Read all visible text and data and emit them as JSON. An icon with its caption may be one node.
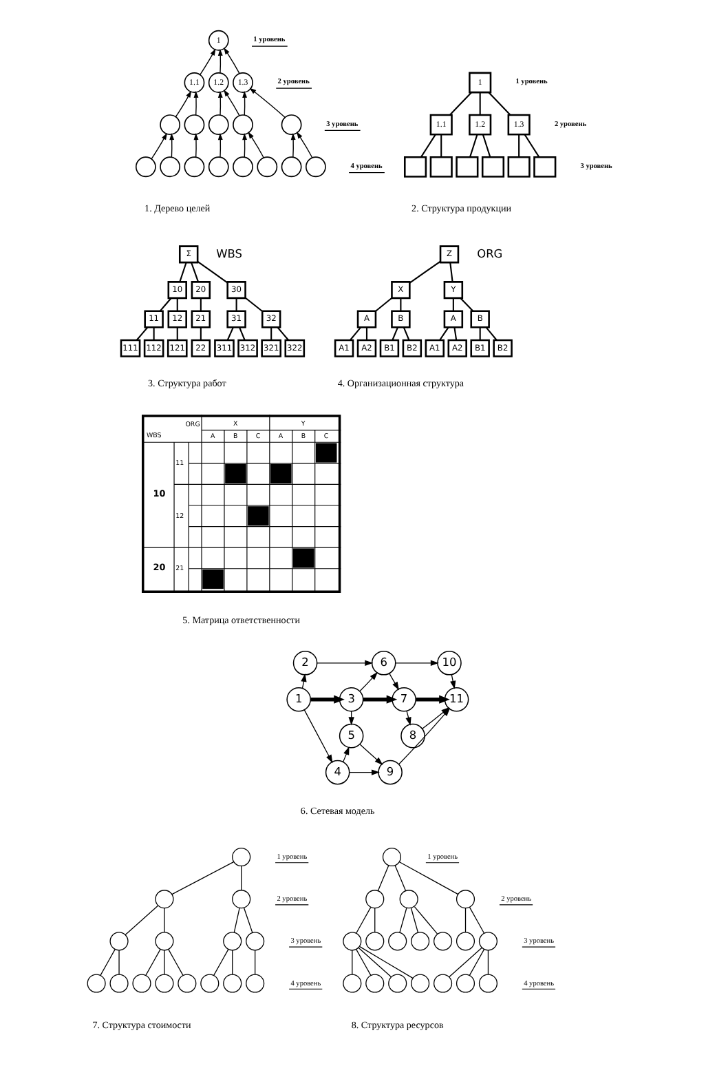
{
  "diagram": {
    "nodes": [
      {
        "text": [
          "1"
        ]
      },
      {
        "text": [
          "1.1"
        ]
      },
      {
        "text": [
          "1.2"
        ]
      },
      {
        "text": [
          "1.3"
        ]
      },
      {
        "text": [],
        "shape": "circle"
      },
      {
        "text": [],
        "shape": "circle"
      },
      {
        "text": [],
        "shape": "circle"
      },
      {
        "text": [],
        "shape": "circle"
      },
      {
        "text": [],
        "shape": "circle"
      },
      {
        "text": [],
        "shape": "circle"
      },
      {
        "text": [],
        "shape": "circle"
      },
      {
        "text": [],
        "shape": "circle"
      },
      {
        "text": [],
        "shape": "circle"
      },
      {
        "text": [],
        "shape": "circle"
      },
      {
        "text": [],
        "shape": "circle"
      },
      {
        "text": [],
        "shape": "circle"
      },
      {
        "text": [],
        "shape": "circle"
      },
      {
        "text": [
          "1"
        ]
      },
      {
        "text": [
          "1.1"
        ]
      },
      {
        "text": [
          "1.2"
        ]
      },
      {
        "text": [
          "1.3"
        ]
      },
      {
        "text": [],
        "shape": "box"
      },
      {
        "text": [],
        "shape": "box"
      },
      {
        "text": [],
        "shape": "box"
      },
      {
        "text": [],
        "shape": "box"
      },
      {
        "text": [],
        "shape": "box"
      },
      {
        "text": [],
        "shape": "box"
      },
      {
        "text": [
          "Σ"
        ],
        "beside": [
          "WBS"
        ]
      },
      {
        "text": [
          "10"
        ]
      },
      {
        "text": [
          "20"
        ]
      },
      {
        "text": [
          "30"
        ]
      },
      {
        "text": [
          "11"
        ]
      },
      {
        "text": [
          "12"
        ]
      },
      {
        "text": [
          "21"
        ]
      },
      {
        "text": [
          "31"
        ]
      },
      {
        "text": [
          "32"
        ]
      },
      {
        "text": [
          "111"
        ]
      },
      {
        "text": [
          "112"
        ]
      },
      {
        "text": [
          "121"
        ]
      },
      {
        "text": [
          "22"
        ]
      },
      {
        "text": [
          "311"
        ]
      },
      {
        "text": [
          "312"
        ]
      },
      {
        "text": [
          "321"
        ]
      },
      {
        "text": [
          "322"
        ]
      },
      {
        "text": [
          "Z"
        ],
        "beside": [
          "ORG"
        ]
      },
      {
        "text": [
          "X"
        ]
      },
      {
        "text": [
          "Y"
        ]
      },
      {
        "text": [
          "A"
        ]
      },
      {
        "text": [
          "B"
        ]
      },
      {
        "text": [
          "A"
        ]
      },
      {
        "text": [
          "B"
        ]
      },
      {
        "text": [
          "A1"
        ]
      },
      {
        "text": [
          "A2"
        ]
      },
      {
        "text": [
          "B1"
        ]
      },
      {
        "text": [
          "B2"
        ]
      },
      {
        "text": [
          "A1"
        ]
      },
      {
        "text": [
          "A2"
        ]
      },
      {
        "text": [
          "B1"
        ]
      },
      {
        "text": [
          "B2"
        ]
      },
      {
        "text": [
          "1"
        ]
      },
      {
        "text": [
          "2"
        ]
      },
      {
        "text": [
          "3"
        ]
      },
      {
        "text": [
          "4"
        ]
      },
      {
        "text": [
          "5"
        ]
      },
      {
        "text": [
          "6"
        ]
      },
      {
        "text": [
          "7"
        ]
      },
      {
        "text": [
          "8"
        ]
      },
      {
        "text": [
          "9"
        ]
      },
      {
        "text": [
          "10"
        ]
      },
      {
        "text": [
          "11"
        ]
      },
      {
        "text": [],
        "shape": "circle"
      },
      {
        "text": [],
        "shape": "circle"
      },
      {
        "text": [],
        "shape": "circle"
      },
      {
        "text": [],
        "shape": "circle"
      },
      {
        "text": [],
        "shape": "circle"
      },
      {
        "text": [],
        "shape": "circle"
      },
      {
        "text": [],
        "shape": "circle"
      },
      {
        "text": [],
        "shape": "circle"
      },
      {
        "text": [],
        "shape": "circle"
      },
      {
        "text": [],
        "shape": "circle"
      },
      {
        "text": [],
        "shape": "circle"
      },
      {
        "text": [],
        "shape": "circle"
      },
      {
        "text": [],
        "shape": "circle"
      },
      {
        "text": [],
        "shape": "circle"
      },
      {
        "text": [],
        "shape": "circle"
      },
      {
        "text": [],
        "shape": "circle"
      },
      {
        "text": [],
        "shape": "circle"
      },
      {
        "text": [],
        "shape": "circle"
      },
      {
        "text": [],
        "shape": "circle"
      },
      {
        "text": [],
        "shape": "circle"
      },
      {
        "text": [],
        "shape": "circle"
      },
      {
        "text": [],
        "shape": "circle"
      },
      {
        "text": [],
        "shape": "circle"
      },
      {
        "text": [],
        "shape": "circle"
      },
      {
        "text": [],
        "shape": "circle"
      },
      {
        "text": [],
        "shape": "circle"
      },
      {
        "text": [],
        "shape": "circle"
      },
      {
        "text": [],
        "shape": "circle"
      },
      {
        "text": [],
        "shape": "circle"
      },
      {
        "text": [],
        "shape": "circle"
      },
      {
        "text": [],
        "shape": "circle"
      },
      {
        "text": [],
        "shape": "circle"
      },
      {
        "text": [],
        "shape": "circle"
      }
    ],
    "edges": [
      {
        "from": 1,
        "to": 0,
        "arrow": "to"
      },
      {
        "from": 2,
        "to": 0,
        "arrow": "to"
      },
      {
        "from": 3,
        "to": 0,
        "arrow": "to"
      },
      {
        "from": 4,
        "to": 1,
        "arrow": "to"
      },
      {
        "from": 5,
        "to": 1,
        "arrow": "to"
      },
      {
        "from": 6,
        "to": 2,
        "arrow": "to"
      },
      {
        "from": 7,
        "to": 2,
        "arrow": "to"
      },
      {
        "from": 7,
        "to": 3,
        "arrow": "to"
      },
      {
        "from": 8,
        "to": 3,
        "arrow": "to"
      },
      {
        "from": 9,
        "to": 4,
        "arrow": "to"
      },
      {
        "from": 10,
        "to": 4,
        "arrow": "to"
      },
      {
        "from": 11,
        "to": 5,
        "arrow": "to"
      },
      {
        "from": 12,
        "to": 6,
        "arrow": "to"
      },
      {
        "from": 13,
        "to": 7,
        "arrow": "to"
      },
      {
        "from": 14,
        "to": 7,
        "arrow": "to"
      },
      {
        "from": 15,
        "to": 8,
        "arrow": "to"
      },
      {
        "from": 16,
        "to": 8,
        "arrow": "to"
      },
      {
        "from": 17,
        "to": 18,
        "arrow": "none"
      },
      {
        "from": 17,
        "to": 19,
        "arrow": "none"
      },
      {
        "from": 17,
        "to": 20,
        "arrow": "none"
      },
      {
        "from": 18,
        "to": 21,
        "arrow": "none"
      },
      {
        "from": 18,
        "to": 22,
        "arrow": "none"
      },
      {
        "from": 19,
        "to": 23,
        "arrow": "none"
      },
      {
        "from": 19,
        "to": 24,
        "arrow": "none"
      },
      {
        "from": 20,
        "to": 25,
        "arrow": "none"
      },
      {
        "from": 20,
        "to": 26,
        "arrow": "none"
      },
      {
        "from": 27,
        "to": 28,
        "arrow": "none"
      },
      {
        "from": 27,
        "to": 29,
        "arrow": "none"
      },
      {
        "from": 27,
        "to": 30,
        "arrow": "none"
      },
      {
        "from": 28,
        "to": 31,
        "arrow": "none"
      },
      {
        "from": 28,
        "to": 32,
        "arrow": "none"
      },
      {
        "from": 29,
        "to": 33,
        "arrow": "none"
      },
      {
        "from": 30,
        "to": 34,
        "arrow": "none"
      },
      {
        "from": 30,
        "to": 35,
        "arrow": "none"
      },
      {
        "from": 31,
        "to": 36,
        "arrow": "none"
      },
      {
        "from": 31,
        "to": 37,
        "arrow": "none"
      },
      {
        "from": 32,
        "to": 38,
        "arrow": "none"
      },
      {
        "from": 33,
        "to": 39,
        "arrow": "none"
      },
      {
        "from": 34,
        "to": 40,
        "arrow": "none"
      },
      {
        "from": 34,
        "to": 41,
        "arrow": "none"
      },
      {
        "from": 35,
        "to": 42,
        "arrow": "none"
      },
      {
        "from": 35,
        "to": 43,
        "arrow": "none"
      },
      {
        "from": 44,
        "to": 45,
        "arrow": "none"
      },
      {
        "from": 44,
        "to": 46,
        "arrow": "none"
      },
      {
        "from": 45,
        "to": 47,
        "arrow": "none"
      },
      {
        "from": 45,
        "to": 48,
        "arrow": "none"
      },
      {
        "from": 46,
        "to": 49,
        "arrow": "none"
      },
      {
        "from": 46,
        "to": 50,
        "arrow": "none"
      },
      {
        "from": 47,
        "to": 51,
        "arrow": "none"
      },
      {
        "from": 47,
        "to": 52,
        "arrow": "none"
      },
      {
        "from": 48,
        "to": 53,
        "arrow": "none"
      },
      {
        "from": 48,
        "to": 54,
        "arrow": "none"
      },
      {
        "from": 49,
        "to": 55,
        "arrow": "none"
      },
      {
        "from": 49,
        "to": 56,
        "arrow": "none"
      },
      {
        "from": 50,
        "to": 57,
        "arrow": "none"
      },
      {
        "from": 50,
        "to": 58,
        "arrow": "none"
      },
      {
        "from": 59,
        "to": 60,
        "arrow": "to"
      },
      {
        "from": 59,
        "to": 61,
        "arrow": "to",
        "style": "thick"
      },
      {
        "from": 59,
        "to": 62,
        "arrow": "to"
      },
      {
        "from": 60,
        "to": 64,
        "arrow": "to"
      },
      {
        "from": 61,
        "to": 64,
        "arrow": "to"
      },
      {
        "from": 61,
        "to": 65,
        "arrow": "to",
        "style": "thick"
      },
      {
        "from": 61,
        "to": 63,
        "arrow": "to"
      },
      {
        "from": 62,
        "to": 63,
        "arrow": "to"
      },
      {
        "from": 62,
        "to": 67,
        "arrow": "to"
      },
      {
        "from": 63,
        "to": 67,
        "arrow": "to"
      },
      {
        "from": 64,
        "to": 68,
        "arrow": "to"
      },
      {
        "from": 64,
        "to": 65,
        "arrow": "to"
      },
      {
        "from": 65,
        "to": 69,
        "arrow": "to",
        "style": "thick"
      },
      {
        "from": 65,
        "to": 66,
        "arrow": "to"
      },
      {
        "from": 66,
        "to": 69,
        "arrow": "to"
      },
      {
        "from": 67,
        "to": 69,
        "arrow": "to"
      },
      {
        "from": 68,
        "to": 69,
        "arrow": "to"
      },
      {
        "from": 70,
        "to": 71,
        "arrow": "none"
      },
      {
        "from": 70,
        "to": 72,
        "arrow": "none"
      },
      {
        "from": 71,
        "to": 73,
        "arrow": "none"
      },
      {
        "from": 71,
        "to": 74,
        "arrow": "none"
      },
      {
        "from": 72,
        "to": 75,
        "arrow": "none"
      },
      {
        "from": 72,
        "to": 76,
        "arrow": "none"
      },
      {
        "from": 73,
        "to": 77,
        "arrow": "none"
      },
      {
        "from": 73,
        "to": 78,
        "arrow": "none"
      },
      {
        "from": 74,
        "to": 79,
        "arrow": "none"
      },
      {
        "from": 74,
        "to": 80,
        "arrow": "none"
      },
      {
        "from": 74,
        "to": 81,
        "arrow": "none"
      },
      {
        "from": 75,
        "to": 82,
        "arrow": "none"
      },
      {
        "from": 75,
        "to": 83,
        "arrow": "none"
      },
      {
        "from": 76,
        "to": 84,
        "arrow": "none"
      },
      {
        "from": 85,
        "to": 86,
        "arrow": "none"
      },
      {
        "from": 85,
        "to": 87,
        "arrow": "none"
      },
      {
        "from": 85,
        "to": 88,
        "arrow": "none"
      },
      {
        "from": 86,
        "to": 89,
        "arrow": "none"
      },
      {
        "from": 86,
        "to": 90,
        "arrow": "none"
      },
      {
        "from": 87,
        "to": 91,
        "arrow": "none"
      },
      {
        "from": 87,
        "to": 92,
        "arrow": "none"
      },
      {
        "from": 87,
        "to": 93,
        "arrow": "none"
      },
      {
        "from": 88,
        "to": 94,
        "arrow": "none"
      },
      {
        "from": 88,
        "to": 95,
        "arrow": "none"
      },
      {
        "from": 89,
        "to": 96,
        "arrow": "none"
      },
      {
        "from": 89,
        "to": 97,
        "arrow": "none"
      },
      {
        "from": 89,
        "to": 98,
        "arrow": "none"
      },
      {
        "from": 89,
        "to": 99,
        "arrow": "none"
      },
      {
        "from": 95,
        "to": 100,
        "arrow": "none"
      },
      {
        "from": 95,
        "to": 101,
        "arrow": "none"
      },
      {
        "from": 95,
        "to": 102,
        "arrow": "none"
      }
    ],
    "labels": [
      "1 уровень",
      "2 уровень",
      "3 уровень",
      "4 уровень",
      "1. Дерево целей",
      "1 уровень",
      "2 уровень",
      "3 уровень",
      "2. Структура продукции",
      "3. Структура работ",
      "4. Организационная структура",
      "ORG",
      "X",
      "Y",
      "WBS",
      "A",
      "B",
      "C",
      "A",
      "B",
      "C",
      "10",
      "11",
      "12",
      "20",
      "21",
      "5. Матрица ответственности",
      "6. Сетевая модель",
      "1 уровень",
      "2 уровень",
      "3 уровень",
      "4 уровень",
      "7. Структура стоимости",
      "1 уровень",
      "2 уровень",
      "3 уровень",
      "4 уровень",
      "8. Структура ресурсов"
    ]
  }
}
